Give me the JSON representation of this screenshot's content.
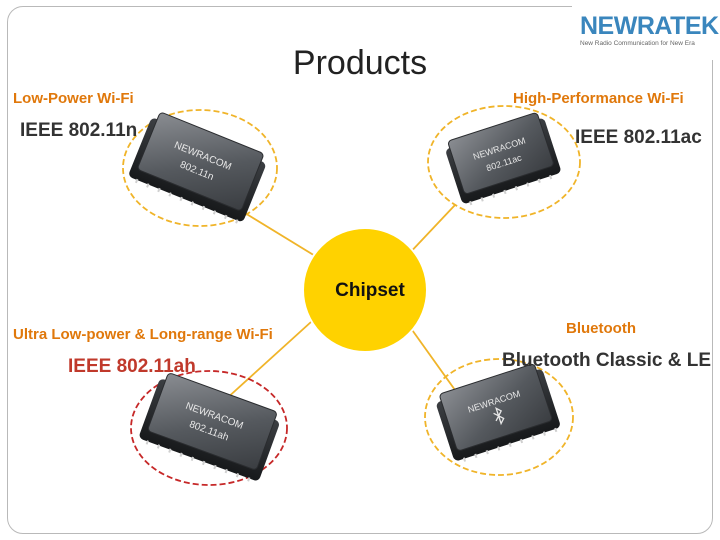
{
  "title": "Products",
  "logo": {
    "name": "NEWRATEK",
    "tagline": "New Radio Communication for New Era"
  },
  "hub": {
    "label": "Chipset",
    "color": "#ffd200"
  },
  "colors": {
    "connector": "#f0b429",
    "ring_default": "#f0b429",
    "ring_highlight": "#c62828",
    "category_text": "#e0780b"
  },
  "products": [
    {
      "category": "Low-Power  Wi-Fi",
      "standard": "IEEE 802.11n",
      "chip_text": [
        "NEWRACOM",
        "802.11n"
      ]
    },
    {
      "category": "High-Performance  Wi-Fi",
      "standard": "IEEE 802.11ac",
      "chip_text": [
        "NEWRACOM",
        "802.11ac"
      ]
    },
    {
      "category": "Ultra Low-power  & Long-range  Wi-Fi",
      "standard": "IEEE 802.11ah",
      "chip_text": [
        "NEWRACOM",
        "802.11ah"
      ],
      "highlighted": true
    },
    {
      "category": "Bluetooth",
      "standard": "Bluetooth Classic & LE",
      "chip_text": [
        "NEWRACOM",
        "bluetooth-icon"
      ]
    }
  ]
}
